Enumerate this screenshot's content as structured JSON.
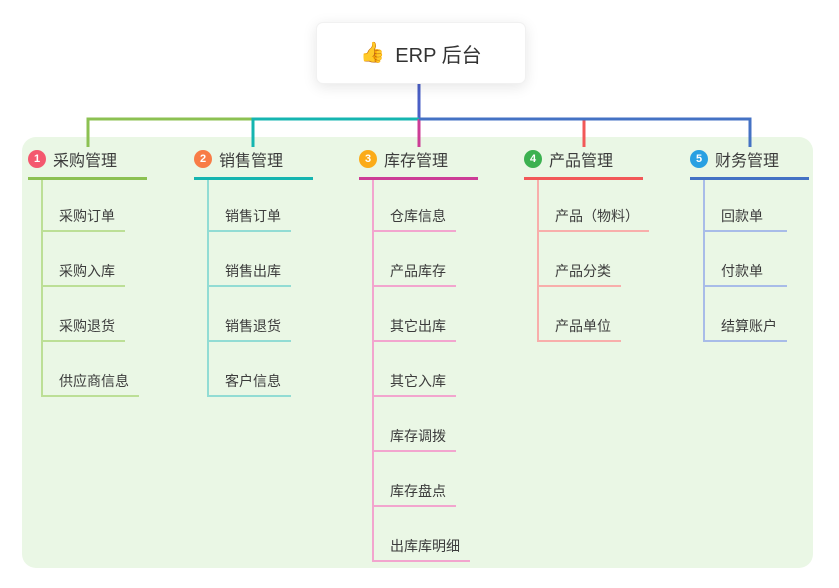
{
  "root": {
    "icon_char": "👍",
    "label": "ERP 后台"
  },
  "branches": [
    {
      "index": "1",
      "label": "采购管理",
      "color": "#8cc152",
      "color_light": "#bcdf96",
      "badge_color": "#f4586e",
      "children": [
        "采购订单",
        "采购入库",
        "采购退货",
        "供应商信息"
      ]
    },
    {
      "index": "2",
      "label": "销售管理",
      "color": "#15b5b0",
      "color_light": "#92dcd4",
      "badge_color": "#f87c46",
      "children": [
        "销售订单",
        "销售出库",
        "销售退货",
        "客户信息"
      ]
    },
    {
      "index": "3",
      "label": "库存管理",
      "color": "#cc3d96",
      "color_light": "#f2a5ce",
      "badge_color": "#fbab19",
      "children": [
        "仓库信息",
        "产品库存",
        "其它出库",
        "其它入库",
        "库存调拨",
        "库存盘点",
        "出库库明细"
      ]
    },
    {
      "index": "4",
      "label": "产品管理",
      "color": "#f25858",
      "color_light": "#f8aeab",
      "badge_color": "#3cb150",
      "children": [
        "产品（物料）",
        "产品分类",
        "产品单位"
      ]
    },
    {
      "index": "5",
      "label": "财务管理",
      "color": "#4472c4",
      "color_light": "#a8bce8",
      "badge_color": "#28a0e2",
      "children": [
        "回款单",
        "付款单",
        "结算账户"
      ]
    }
  ],
  "colors": {
    "canvas_bg": "#ffffff",
    "panel_bg": "#eaf7e5",
    "root_line": "#4a5fc6",
    "text": "#3c3c3c"
  }
}
